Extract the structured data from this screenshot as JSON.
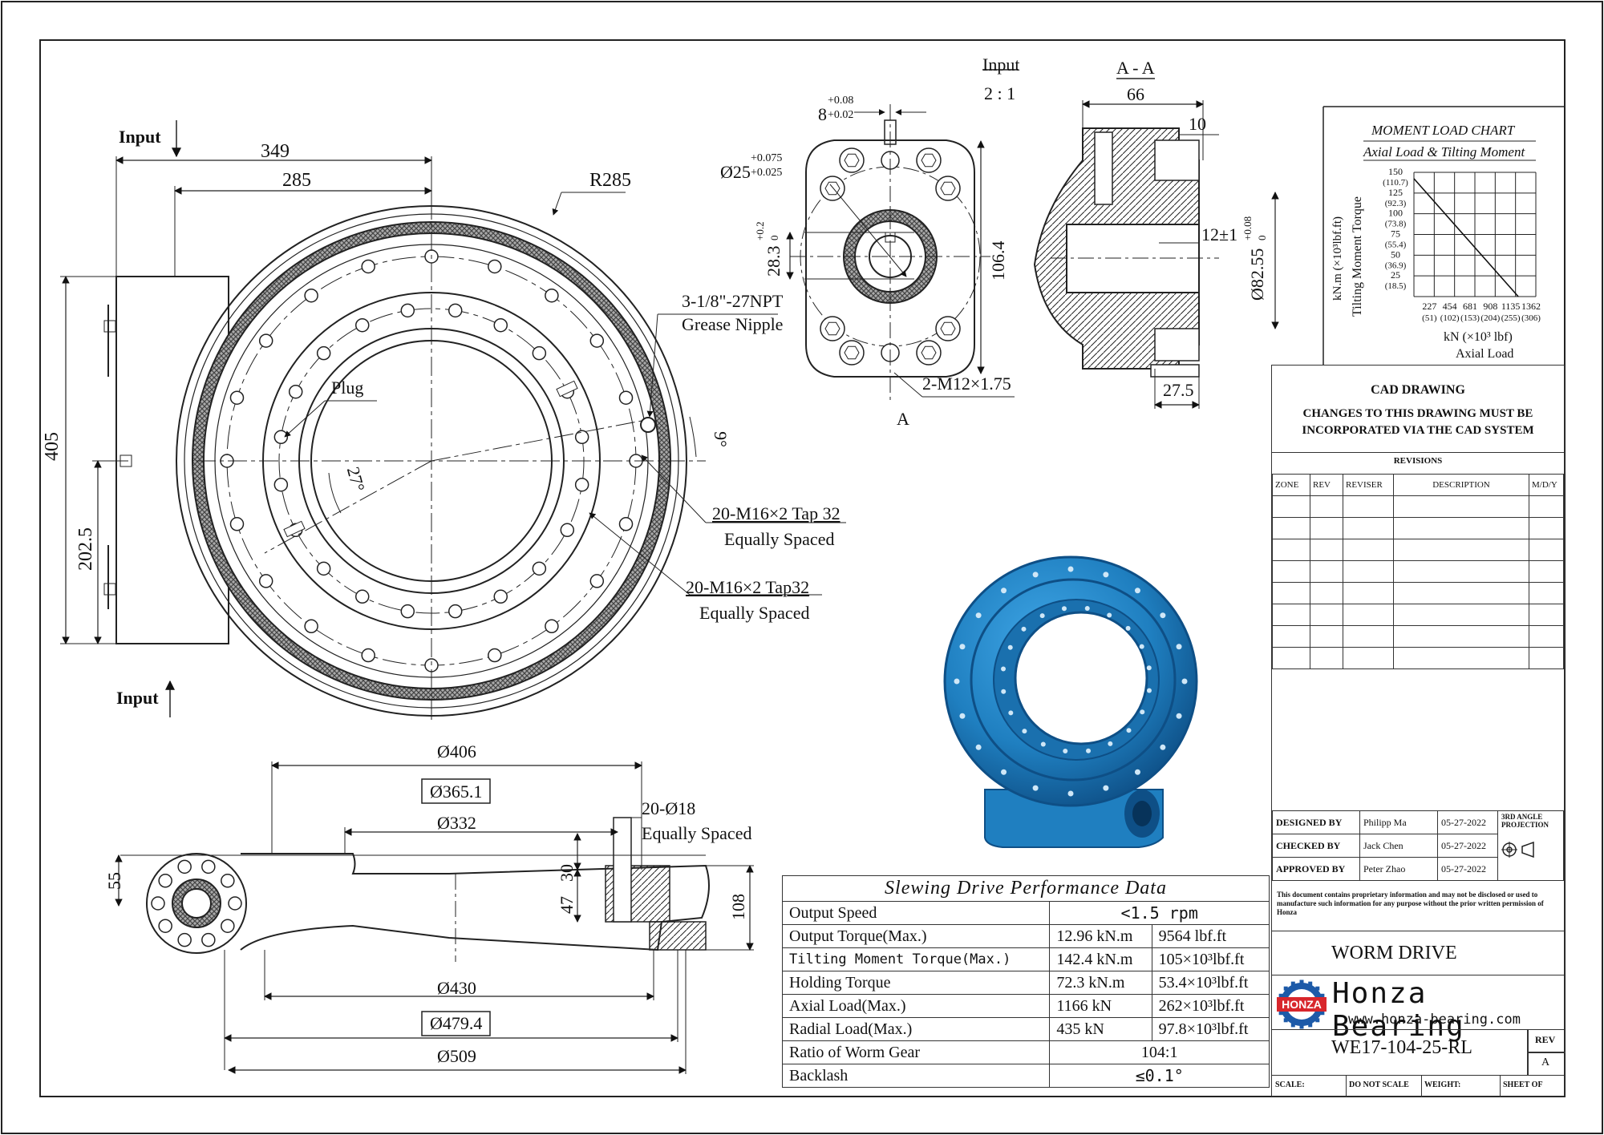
{
  "drawing": {
    "top_view": {
      "input_top": "Input",
      "input_bottom": "Input",
      "dim_349": "349",
      "dim_285": "285",
      "dim_r285": "R285",
      "dim_405": "405",
      "dim_202_5": "202.5",
      "npt_label_1": "3-1/8\"-27NPT",
      "npt_label_2": "Grease Nipple",
      "plug_label": "Plug",
      "angle_27": "27°",
      "angle_9": "9°",
      "tap_a_1": "20-M16×2 Tap 32",
      "tap_a_2": "Equally Spaced",
      "tap_b_1": "20-M16×2 Tap32",
      "tap_b_2": "Equally Spaced"
    },
    "input_view": {
      "title": "Input",
      "scale": "2 : 1",
      "dim_8": "8",
      "dim_8_tol_upper": "+0.08",
      "dim_8_tol_lower": "+0.02",
      "dim_25": "Ø25",
      "dim_25_tol_upper": "+0.075",
      "dim_25_tol_lower": "+0.025",
      "dim_28_3": "28.3",
      "dim_28_3_tol_upper": "+0.2",
      "dim_28_3_tol_lower": "0",
      "dim_106_4": "106.4",
      "bolt_label": "2-M12×1.75",
      "section_marker": "A"
    },
    "section_view": {
      "title": "A - A",
      "dim_66": "66",
      "dim_10": "10",
      "dim_12": "12±1",
      "dim_82_55": "Ø82.55",
      "dim_82_55_tol_upper": "+0.08",
      "dim_82_55_tol_lower": "0",
      "dim_27_5": "27.5"
    },
    "side_view": {
      "dim_406": "Ø406",
      "dim_365_1": "Ø365.1",
      "dim_332": "Ø332",
      "holes_1": "20-Ø18",
      "holes_2": "Equally Spaced",
      "dim_55": "55",
      "dim_30": "30",
      "dim_47": "47",
      "dim_108": "108",
      "dim_430": "Ø430",
      "dim_479_4": "Ø479.4",
      "dim_509": "Ø509"
    }
  },
  "moment_chart": {
    "title": "MOMENT LOAD CHART",
    "subtitle": "Axial Load & Tilting Moment",
    "ylabel_1": "Tilting Moment Torque",
    "ylabel_2": "kN.m  (×10³lbf.ft)",
    "xlabel_1": "kN  (×10³ lbf)",
    "xlabel_2": "Axial Load"
  },
  "chart_data": {
    "type": "line",
    "title": "MOMENT LOAD CHART",
    "subtitle": "Axial Load & Tilting Moment",
    "xlabel": "kN (×10³ lbf) Axial Load",
    "ylabel": "Tilting Moment Torque kN.m (×10³lbf.ft)",
    "x_ticks": [
      "227",
      "454",
      "681",
      "908",
      "1135",
      "1362"
    ],
    "x_ticks_secondary": [
      "(51)",
      "(102)",
      "(153)",
      "(204)",
      "(255)",
      "(306)"
    ],
    "y_ticks": [
      "150",
      "125",
      "100",
      "75",
      "50",
      "25"
    ],
    "y_ticks_secondary": [
      "(110.7)",
      "(92.3)",
      "(73.8)",
      "(55.4)",
      "(36.9)",
      "(18.5)"
    ],
    "xlim": [
      0,
      1362
    ],
    "ylim": [
      0,
      150
    ],
    "grid": true,
    "series": [
      {
        "x": [
          0,
          1166
        ],
        "y": [
          142.4,
          0
        ]
      }
    ]
  },
  "performance": {
    "title": "Slewing Drive Performance Data",
    "rows": [
      {
        "label": "Output Speed",
        "value": "<1.5 rpm",
        "si": "",
        "imp": ""
      },
      {
        "label": "Output Torque(Max.)",
        "value": "",
        "si": "12.96 kN.m",
        "imp": "9564 lbf.ft"
      },
      {
        "label": "Tilting Moment Torque(Max.)",
        "value": "",
        "si": "142.4 kN.m",
        "imp": "105×10³lbf.ft"
      },
      {
        "label": "Holding Torque",
        "value": "",
        "si": "72.3 kN.m",
        "imp": "53.4×10³lbf.ft"
      },
      {
        "label": "Axial Load(Max.)",
        "value": "",
        "si": "1166 kN",
        "imp": "262×10³lbf.ft"
      },
      {
        "label": "Radial Load(Max.)",
        "value": "",
        "si": "435 kN",
        "imp": "97.8×10³lbf.ft"
      },
      {
        "label": "Ratio of Worm Gear",
        "value": "104:1",
        "si": "",
        "imp": ""
      },
      {
        "label": "Backlash",
        "value": "≤0.1°",
        "si": "",
        "imp": ""
      }
    ]
  },
  "title_block": {
    "cad_title": "CAD DRAWING",
    "cad_note_1": "CHANGES TO THIS DRAWING MUST BE",
    "cad_note_2": "INCORPORATED VIA THE CAD SYSTEM",
    "revisions_label": "REVISIONS",
    "rev_headers": [
      "ZONE",
      "REV",
      "REVISER",
      "DESCRIPTION",
      "M/D/Y"
    ],
    "designed_label": "DESIGNED BY",
    "designed_name": "Philipp Ma",
    "designed_date": "05-27-2022",
    "checked_label": "CHECKED BY",
    "checked_name": "Jack Chen",
    "checked_date": "05-27-2022",
    "approved_label": "APPROVED BY",
    "approved_name": "Peter Zhao",
    "approved_date": "05-27-2022",
    "projection_label": "3RD ANGLE PROJECTION",
    "disclaimer": "This document contains proprietary information and may not be disclosed or used to manufacture such information for any purpose without the prior written permission of Honza",
    "product": "WORM DRIVE",
    "logo_text": "HONZA",
    "company": "Honza Bearing",
    "website": "www.honza-bearing.com",
    "part_number": "WE17-104-25-RL",
    "rev_label": "REV",
    "rev_value": "A",
    "scale_label": "SCALE:",
    "do_not_scale": "DO NOT SCALE",
    "weight_label": "WEIGHT:",
    "sheet_label": "SHEET OF"
  },
  "colors": {
    "product_blue": "#1f7fc0",
    "product_dark": "#0e4f86",
    "logo_red": "#d8262c",
    "logo_blue": "#1d5aa8"
  }
}
